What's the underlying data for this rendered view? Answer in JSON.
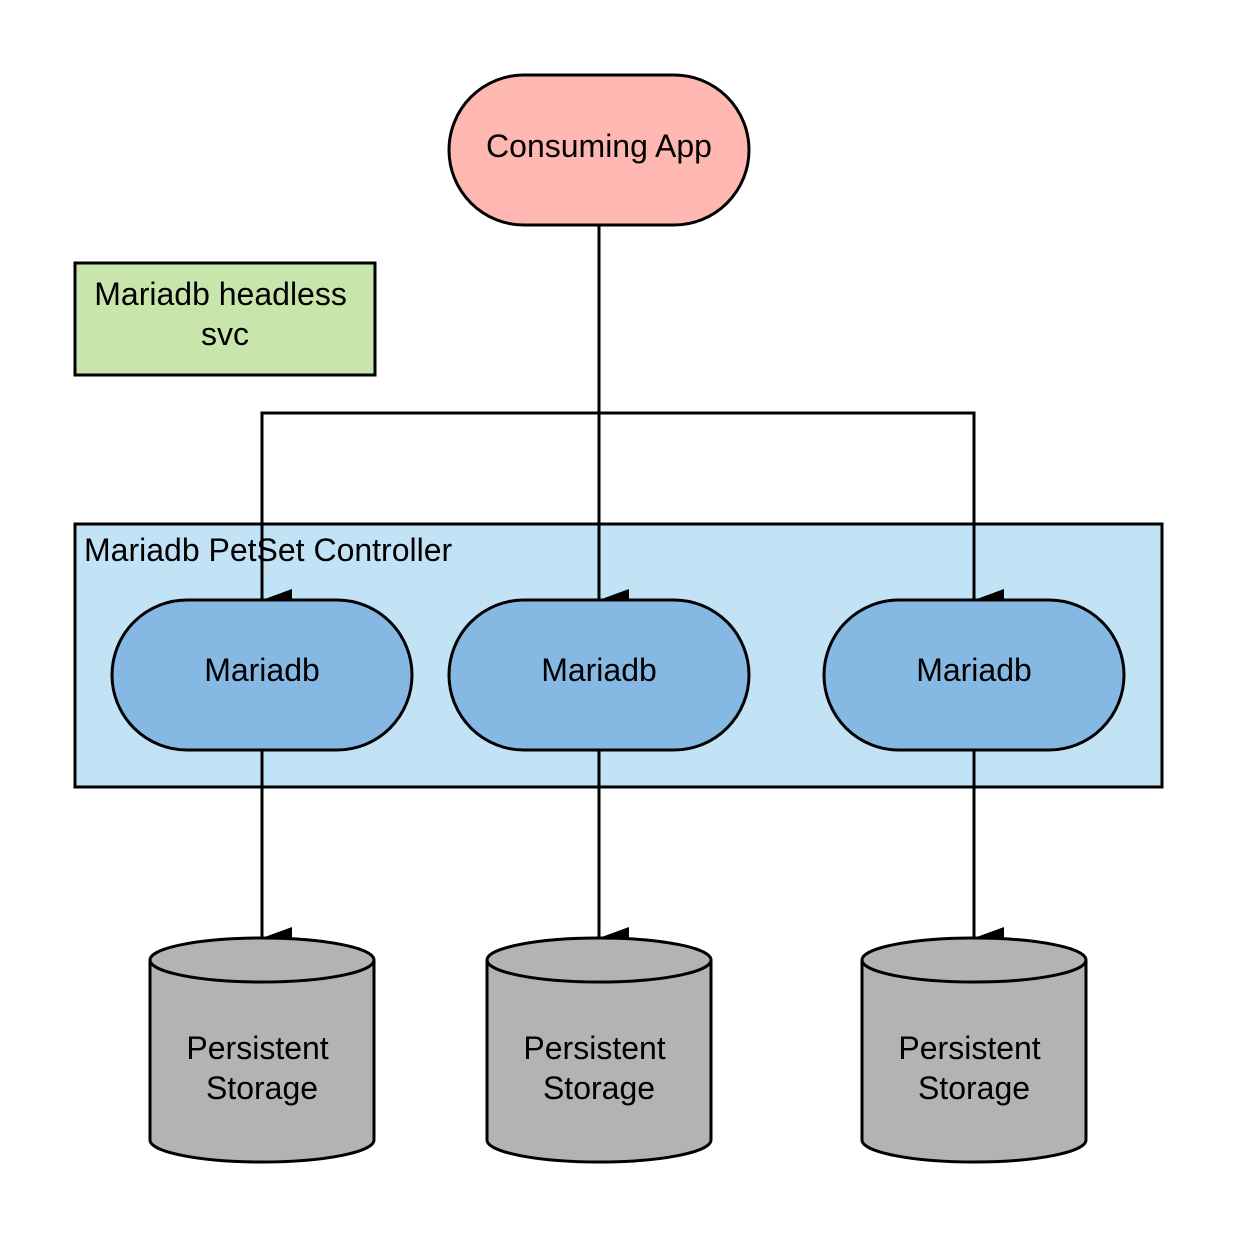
{
  "colors": {
    "consumer_fill": "#FFB8B1",
    "svc_fill": "#C8E6AC",
    "controller_fill": "#C2E2F5",
    "pod_fill": "#85B8E2",
    "storage_fill": "#B3B3B3",
    "stroke": "#000000"
  },
  "consumer": {
    "label": "Consuming App"
  },
  "headless_svc": {
    "line1": "Mariadb headless",
    "line2": "svc"
  },
  "controller": {
    "label": "Mariadb PetSet Controller"
  },
  "pods": [
    {
      "label": "Mariadb"
    },
    {
      "label": "Mariadb"
    },
    {
      "label": "Mariadb"
    }
  ],
  "storages": [
    {
      "line1": "Persistent",
      "line2": "Storage"
    },
    {
      "line1": "Persistent",
      "line2": "Storage"
    },
    {
      "line1": "Persistent",
      "line2": "Storage"
    }
  ]
}
